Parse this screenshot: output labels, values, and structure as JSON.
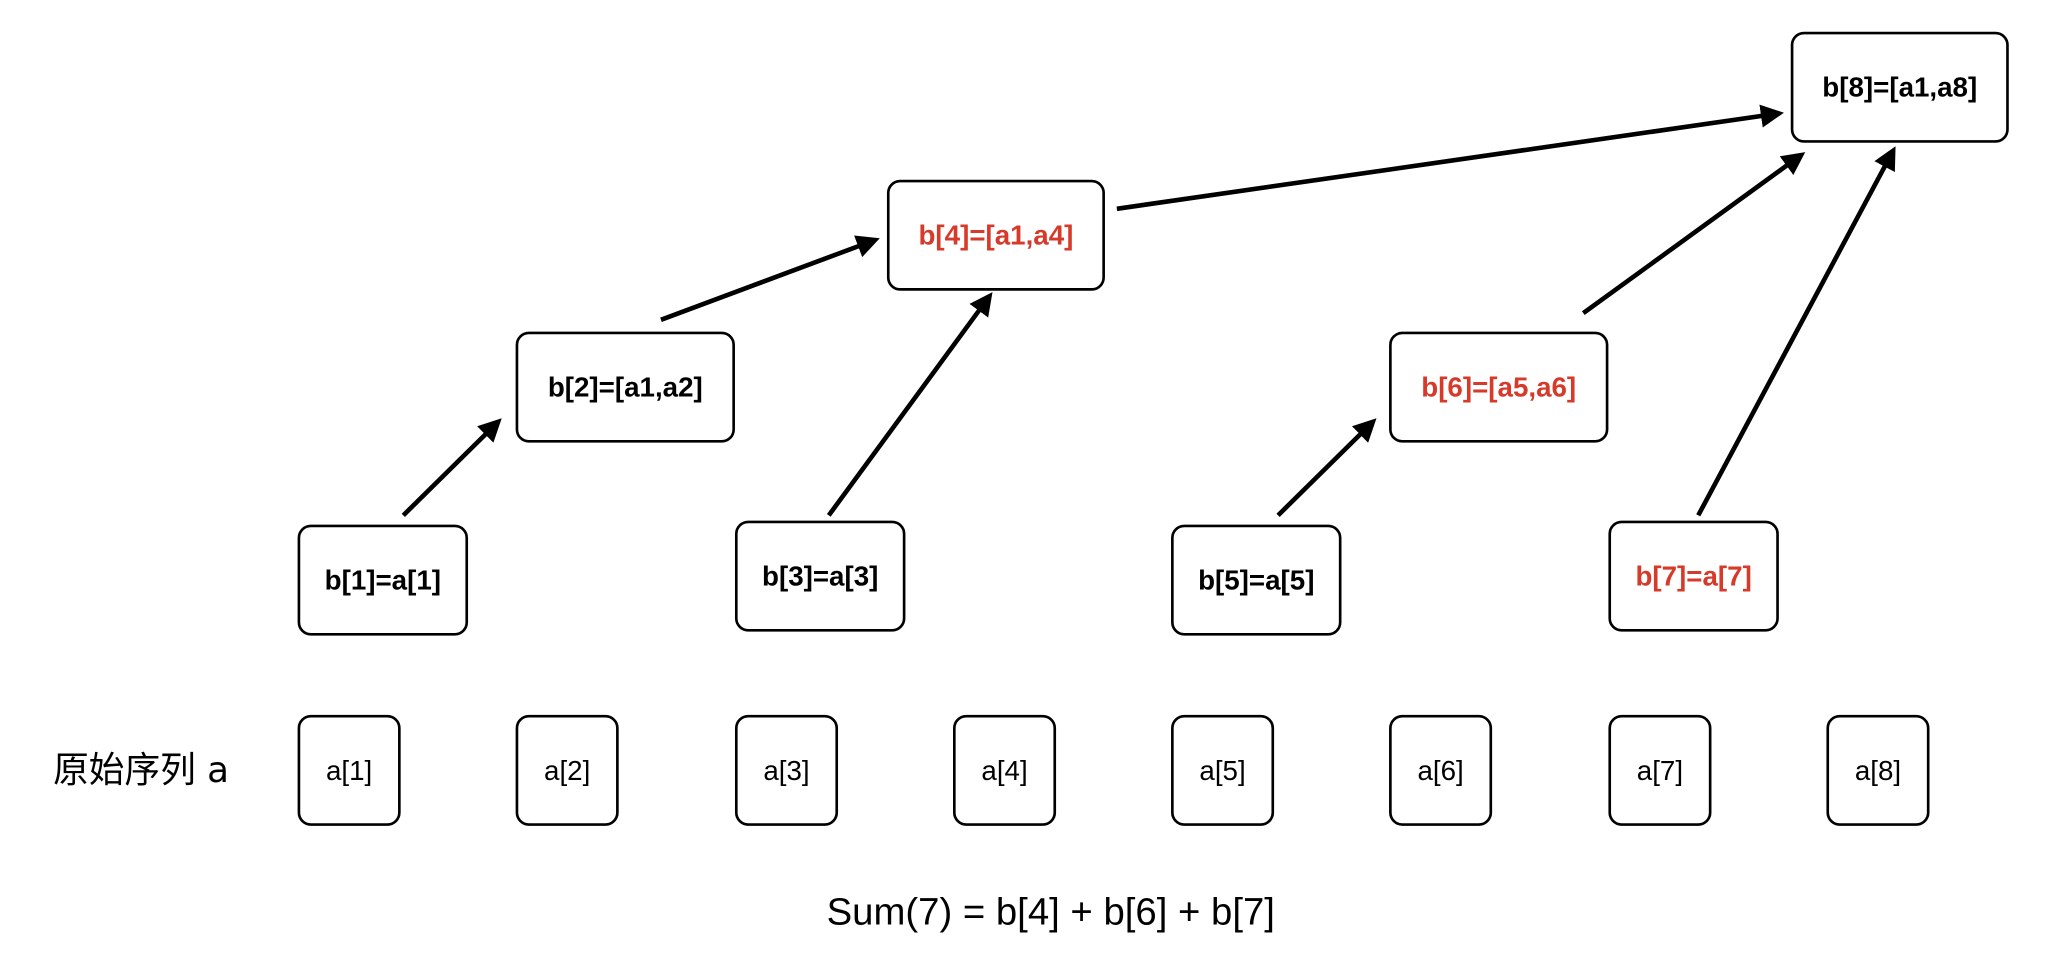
{
  "tree_nodes": [
    {
      "label": "b[1]=a[1]",
      "highlight": false
    },
    {
      "label": "b[2]=[a1,a2]",
      "highlight": false
    },
    {
      "label": "b[3]=a[3]",
      "highlight": false
    },
    {
      "label": "b[4]=[a1,a4]",
      "highlight": true
    },
    {
      "label": "b[5]=a[5]",
      "highlight": false
    },
    {
      "label": "b[6]=[a5,a6]",
      "highlight": true
    },
    {
      "label": "b[7]=a[7]",
      "highlight": true
    },
    {
      "label": "b[8]=[a1,a8]",
      "highlight": false
    }
  ],
  "sequence_label": "原始序列 a",
  "sequence": [
    "a[1]",
    "a[2]",
    "a[3]",
    "a[4]",
    "a[5]",
    "a[6]",
    "a[7]",
    "a[8]"
  ],
  "formula": "Sum(7) = b[4] + b[6] + b[7]",
  "colors": {
    "highlight": "#d63a2a",
    "normal": "#000000"
  }
}
